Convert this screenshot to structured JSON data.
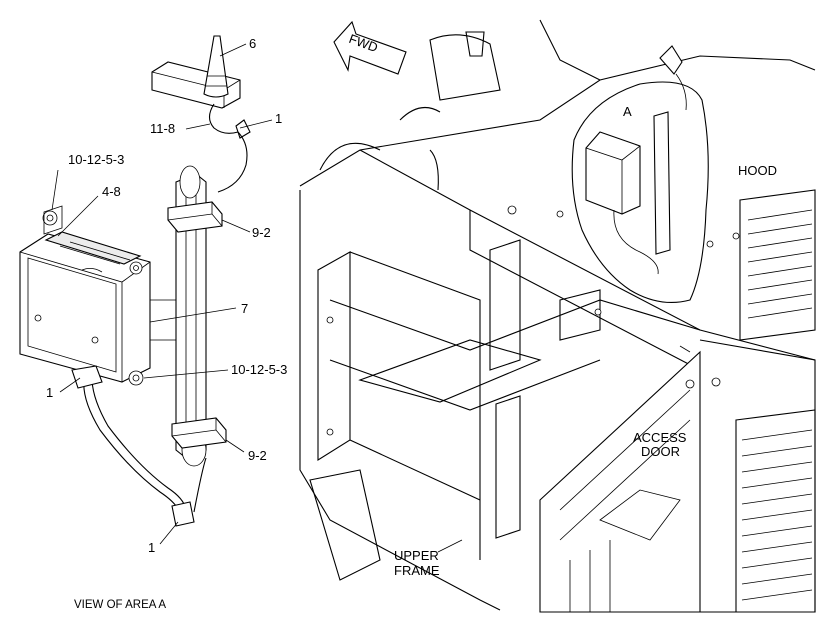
{
  "callouts": {
    "c6": "6",
    "c1_top": "1",
    "c11_8": "11-8",
    "c10_12_5_3_top": "10-12-5-3",
    "c4_8": "4-8",
    "c9_2_top": "9-2",
    "c7": "7",
    "c10_12_5_3_mid": "10-12-5-3",
    "c1_left": "1",
    "c9_2_bottom": "9-2",
    "c1_bottom": "1"
  },
  "labels": {
    "fwd": "FWD",
    "area_a": "A",
    "hood": "HOOD",
    "access_door_line1": "ACCESS",
    "access_door_line2": "DOOR",
    "upper_frame_line1": "UPPER",
    "upper_frame_line2": "FRAME"
  },
  "caption": "VIEW OF AREA A"
}
